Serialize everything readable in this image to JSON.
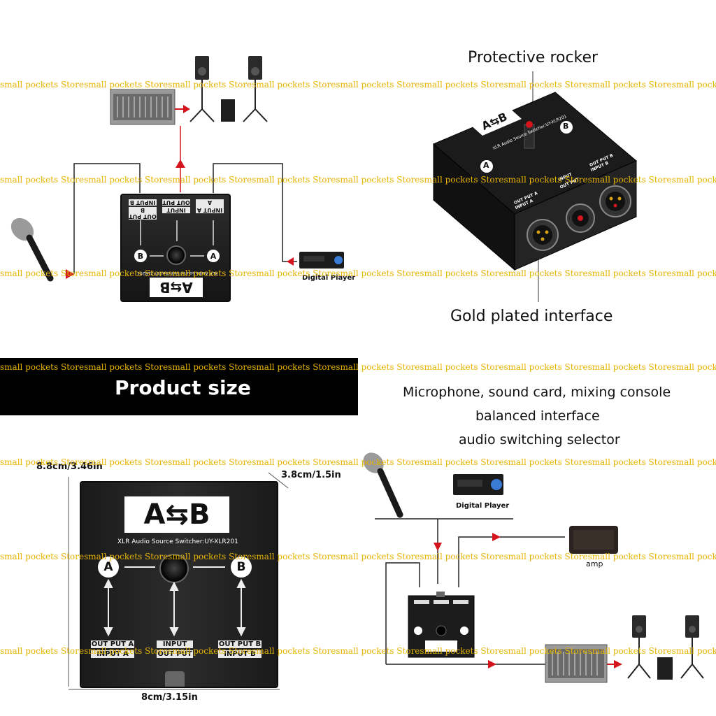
{
  "watermark": {
    "text": "small pockets Store"
  },
  "panel_top_left": {
    "digital_player_label": "Digital Player",
    "device": {
      "logo": "A⇆B",
      "letter_a": "A",
      "letter_b": "B",
      "port_input_b": "INPUT B",
      "port_output_b": "OUT PUT B",
      "port_output": "OUT PUT",
      "port_input": "INPUT",
      "port_output_a": "OUT PUT A",
      "port_input_a": "INPUT A",
      "model_text": "XLR Audio Source Switcher:UY-XLR201"
    }
  },
  "panel_top_right": {
    "protective_rocker": "Protective rocker",
    "gold_plated": "Gold plated interface",
    "device": {
      "logo": "A⇆B",
      "model_text": "XLR Audio Source Switcher:UY-XLR201",
      "letter_a": "A",
      "letter_b": "B",
      "port_output_a": "OUT PUT A",
      "port_input_a": "INPUT A",
      "port_output_b": "OUT PUT B",
      "port_input_b": "INPUT B",
      "port_input": "INPUT",
      "port_output": "OUT PUT"
    }
  },
  "panel_bottom_left": {
    "banner_title": "Product size",
    "height_label": "8.8cm/3.46in",
    "depth_label": "3.8cm/1.5in",
    "width_label": "8cm/3.15in",
    "device": {
      "logo": "A⇆B",
      "model_text": "XLR Audio Source Switcher:UY-XLR201",
      "letter_a": "A",
      "letter_b": "B",
      "port_output_a": "OUT PUT A",
      "port_input_a": "INPUT A",
      "port_input": "INPUT",
      "port_output": "OUT PUT",
      "port_output_b": "OUT PUT B",
      "port_input_b": "INPUT B"
    }
  },
  "panel_bottom_right": {
    "headline_line1": "Microphone, sound card, mixing console",
    "headline_line2": "balanced interface",
    "headline_line3": "audio switching selector",
    "digital_player_label": "Digital Player",
    "amp_label": "amp"
  },
  "colors": {
    "watermark": "#e6b400",
    "arrow_red": "#d4141c",
    "device_body": "#1e1e1e",
    "banner_bg": "#000000"
  }
}
